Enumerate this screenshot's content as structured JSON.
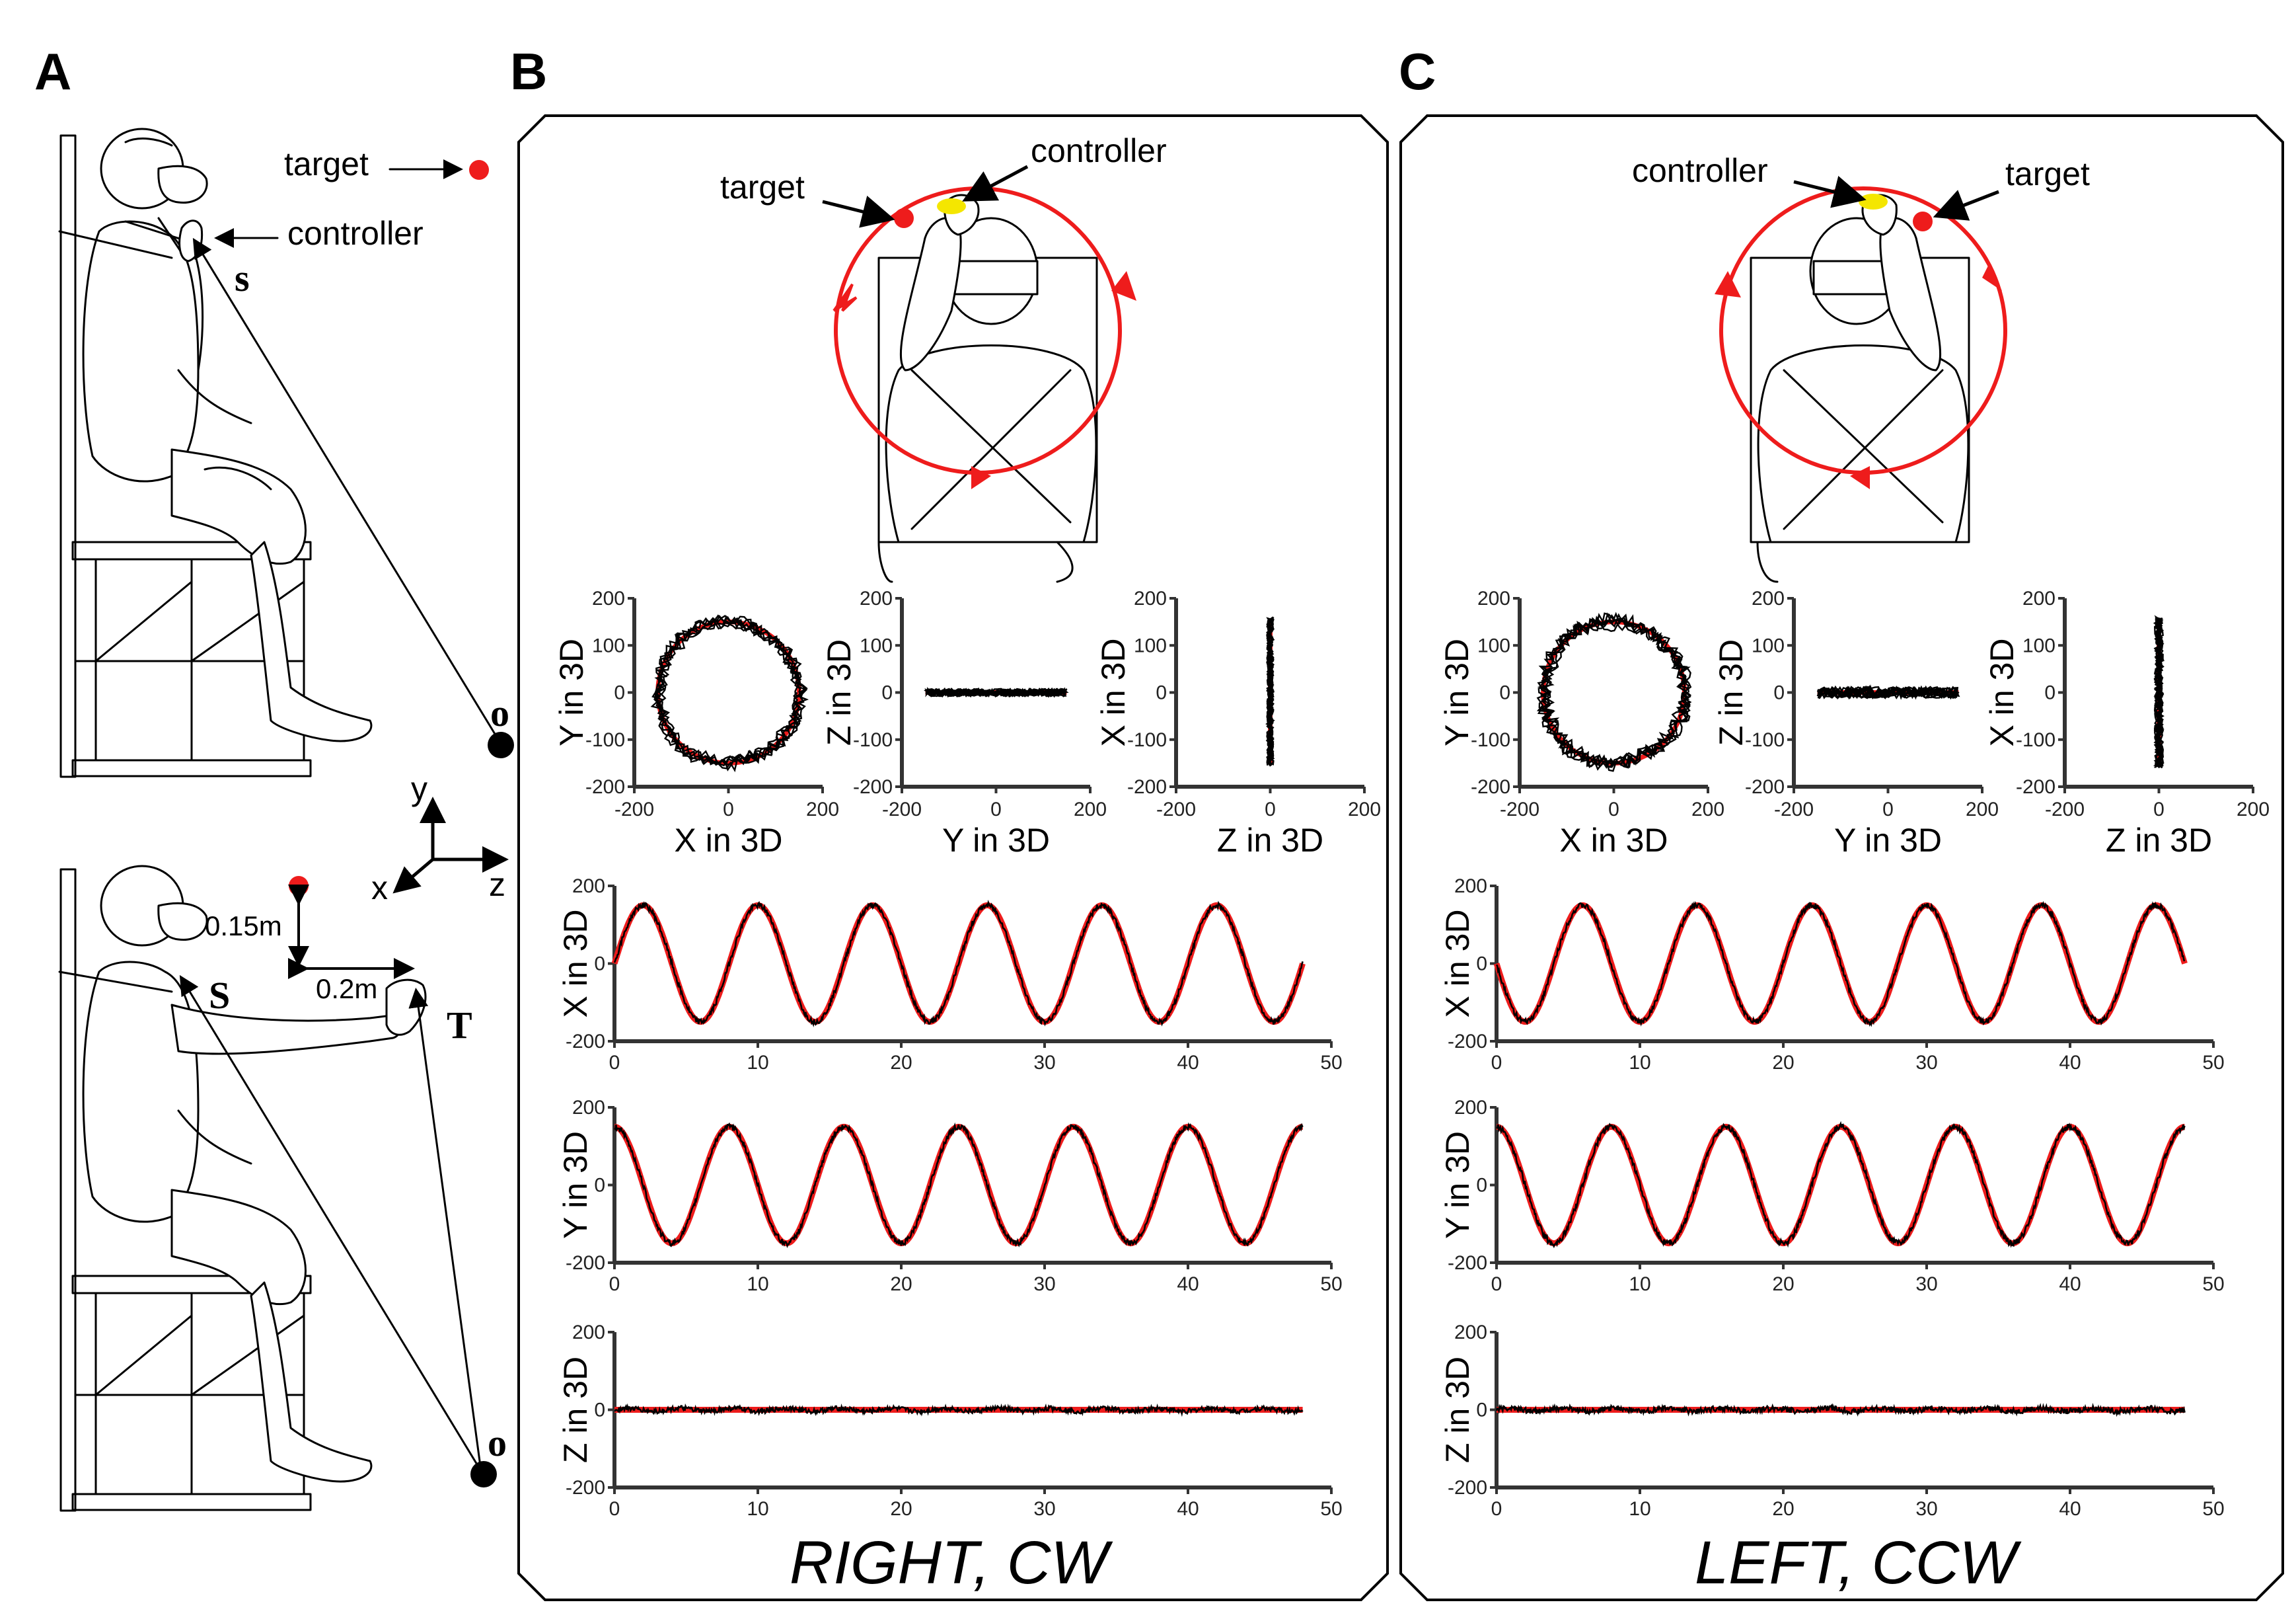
{
  "panels": {
    "a": "A",
    "b": "B",
    "c": "C"
  },
  "panel_a": {
    "target": "target",
    "controller": "controller",
    "s_lower": "s",
    "o_top": "o",
    "o_bottom": "o",
    "axis_y": "y",
    "axis_x": "x",
    "axis_z": "z",
    "dist_vertical": "0.15m",
    "dist_horizontal": "0.2m",
    "s_upper": "S",
    "t_upper": "T"
  },
  "panel_b": {
    "target": "target",
    "controller": "controller",
    "condition": "RIGHT, CW"
  },
  "panel_c": {
    "target": "target",
    "controller": "controller",
    "condition": "LEFT, CCW"
  },
  "colors": {
    "target_red": "#ee1c1c",
    "controller_yellow": "#f4e600",
    "trace_black": "#000000",
    "axis_gray": "#333333"
  },
  "chart_data": [
    {
      "panel": "B",
      "type": "scatter",
      "xlabel": "X in 3D",
      "ylabel": "Y in 3D",
      "xlim": [
        -200,
        200
      ],
      "ylim": [
        -200,
        200
      ],
      "xticks": [
        -200,
        0,
        200
      ],
      "yticks": [
        -200,
        -100,
        0,
        100,
        200
      ],
      "series": [
        {
          "color": "#ee1c1c",
          "shape": "circle",
          "radius": 150
        },
        {
          "color": "#000000",
          "shape": "circle-trace",
          "radius": 150,
          "noise": 12
        }
      ]
    },
    {
      "panel": "B",
      "type": "scatter",
      "xlabel": "Y in 3D",
      "ylabel": "Z in 3D",
      "xlim": [
        -200,
        200
      ],
      "ylim": [
        -200,
        200
      ],
      "xticks": [
        -200,
        0,
        200
      ],
      "yticks": [
        -200,
        -100,
        0,
        100,
        200
      ],
      "series": [
        {
          "color": "#ee1c1c",
          "shape": "hline",
          "from": -150,
          "to": 150
        },
        {
          "color": "#000000",
          "shape": "hline-trace",
          "from": -150,
          "to": 150,
          "noise": 8
        }
      ]
    },
    {
      "panel": "B",
      "type": "scatter",
      "xlabel": "Z in 3D",
      "ylabel": "X in 3D",
      "xlim": [
        -200,
        200
      ],
      "ylim": [
        -200,
        200
      ],
      "xticks": [
        -200,
        0,
        200
      ],
      "yticks": [
        -200,
        -100,
        0,
        100,
        200
      ],
      "series": [
        {
          "color": "#ee1c1c",
          "shape": "vline",
          "from": -150,
          "to": 150
        },
        {
          "color": "#000000",
          "shape": "vline-trace",
          "from": -155,
          "to": 160,
          "noise": 7
        }
      ]
    },
    {
      "panel": "C",
      "type": "scatter",
      "xlabel": "X in 3D",
      "ylabel": "Y in 3D",
      "xlim": [
        -200,
        200
      ],
      "ylim": [
        -200,
        200
      ],
      "xticks": [
        -200,
        0,
        200
      ],
      "yticks": [
        -200,
        -100,
        0,
        100,
        200
      ],
      "series": [
        {
          "color": "#ee1c1c",
          "shape": "circle",
          "radius": 150
        },
        {
          "color": "#000000",
          "shape": "circle-trace",
          "radius": 150,
          "noise": 14
        }
      ]
    },
    {
      "panel": "C",
      "type": "scatter",
      "xlabel": "Y in 3D",
      "ylabel": "Z in 3D",
      "xlim": [
        -200,
        200
      ],
      "ylim": [
        -200,
        200
      ],
      "xticks": [
        -200,
        0,
        200
      ],
      "yticks": [
        -200,
        -100,
        0,
        100,
        200
      ],
      "series": [
        {
          "color": "#ee1c1c",
          "shape": "hline",
          "from": -150,
          "to": 150
        },
        {
          "color": "#000000",
          "shape": "hline-trace",
          "from": -150,
          "to": 150,
          "noise": 12
        }
      ]
    },
    {
      "panel": "C",
      "type": "scatter",
      "xlabel": "Z in 3D",
      "ylabel": "X in 3D",
      "xlim": [
        -200,
        200
      ],
      "ylim": [
        -200,
        200
      ],
      "xticks": [
        -200,
        0,
        200
      ],
      "yticks": [
        -200,
        -100,
        0,
        100,
        200
      ],
      "series": [
        {
          "color": "#ee1c1c",
          "shape": "vline",
          "from": -150,
          "to": 150
        },
        {
          "color": "#000000",
          "shape": "vline-trace",
          "from": -160,
          "to": 160,
          "noise": 9
        }
      ]
    },
    {
      "panel": "B",
      "type": "line",
      "xlabel": "",
      "ylabel": "X in 3D",
      "xlim": [
        0,
        50
      ],
      "ylim": [
        -200,
        200
      ],
      "xticks": [
        0,
        10,
        20,
        30,
        40,
        50
      ],
      "yticks": [
        -200,
        0,
        200
      ],
      "series": [
        {
          "color": "#ee1c1c",
          "func": "sin",
          "amplitude": 150,
          "period": 8,
          "duration": 48
        },
        {
          "color": "#000000",
          "func": "sin",
          "amplitude": 150,
          "period": 8,
          "duration": 48,
          "noise": 7
        }
      ]
    },
    {
      "panel": "B",
      "type": "line",
      "xlabel": "",
      "ylabel": "Y in 3D",
      "xlim": [
        0,
        50
      ],
      "ylim": [
        -200,
        200
      ],
      "xticks": [
        0,
        10,
        20,
        30,
        40,
        50
      ],
      "yticks": [
        -200,
        0,
        200
      ],
      "series": [
        {
          "color": "#ee1c1c",
          "func": "cos",
          "amplitude": 150,
          "period": 8,
          "duration": 48
        },
        {
          "color": "#000000",
          "func": "cos",
          "amplitude": 150,
          "period": 8,
          "duration": 48,
          "noise": 7
        }
      ]
    },
    {
      "panel": "B",
      "type": "line",
      "xlabel": "",
      "ylabel": "Z in 3D",
      "xlim": [
        0,
        50
      ],
      "ylim": [
        -200,
        200
      ],
      "xticks": [
        0,
        10,
        20,
        30,
        40,
        50
      ],
      "yticks": [
        -200,
        0,
        200
      ],
      "series": [
        {
          "color": "#ee1c1c",
          "func": "zero",
          "amplitude": 0,
          "period": 8,
          "duration": 48
        },
        {
          "color": "#000000",
          "func": "zero",
          "amplitude": 0,
          "period": 8,
          "duration": 48,
          "noise": 6
        }
      ]
    },
    {
      "panel": "C",
      "type": "line",
      "xlabel": "",
      "ylabel": "X in 3D",
      "xlim": [
        0,
        50
      ],
      "ylim": [
        -200,
        200
      ],
      "xticks": [
        0,
        10,
        20,
        30,
        40,
        50
      ],
      "yticks": [
        -200,
        0,
        200
      ],
      "series": [
        {
          "color": "#ee1c1c",
          "func": "-sin",
          "amplitude": 150,
          "period": 8,
          "duration": 48
        },
        {
          "color": "#000000",
          "func": "-sin",
          "amplitude": 150,
          "period": 8,
          "duration": 48,
          "noise": 7
        }
      ]
    },
    {
      "panel": "C",
      "type": "line",
      "xlabel": "",
      "ylabel": "Y in 3D",
      "xlim": [
        0,
        50
      ],
      "ylim": [
        -200,
        200
      ],
      "xticks": [
        0,
        10,
        20,
        30,
        40,
        50
      ],
      "yticks": [
        -200,
        0,
        200
      ],
      "series": [
        {
          "color": "#ee1c1c",
          "func": "cos",
          "amplitude": 150,
          "period": 8,
          "duration": 48
        },
        {
          "color": "#000000",
          "func": "cos",
          "amplitude": 150,
          "period": 8,
          "duration": 48,
          "noise": 8
        }
      ]
    },
    {
      "panel": "C",
      "type": "line",
      "xlabel": "",
      "ylabel": "Z in 3D",
      "xlim": [
        0,
        50
      ],
      "ylim": [
        -200,
        200
      ],
      "xticks": [
        0,
        10,
        20,
        30,
        40,
        50
      ],
      "yticks": [
        -200,
        0,
        200
      ],
      "series": [
        {
          "color": "#ee1c1c",
          "func": "zero",
          "amplitude": 0,
          "period": 8,
          "duration": 48
        },
        {
          "color": "#000000",
          "func": "zero",
          "amplitude": 0,
          "period": 8,
          "duration": 48,
          "noise": 7
        }
      ]
    }
  ]
}
